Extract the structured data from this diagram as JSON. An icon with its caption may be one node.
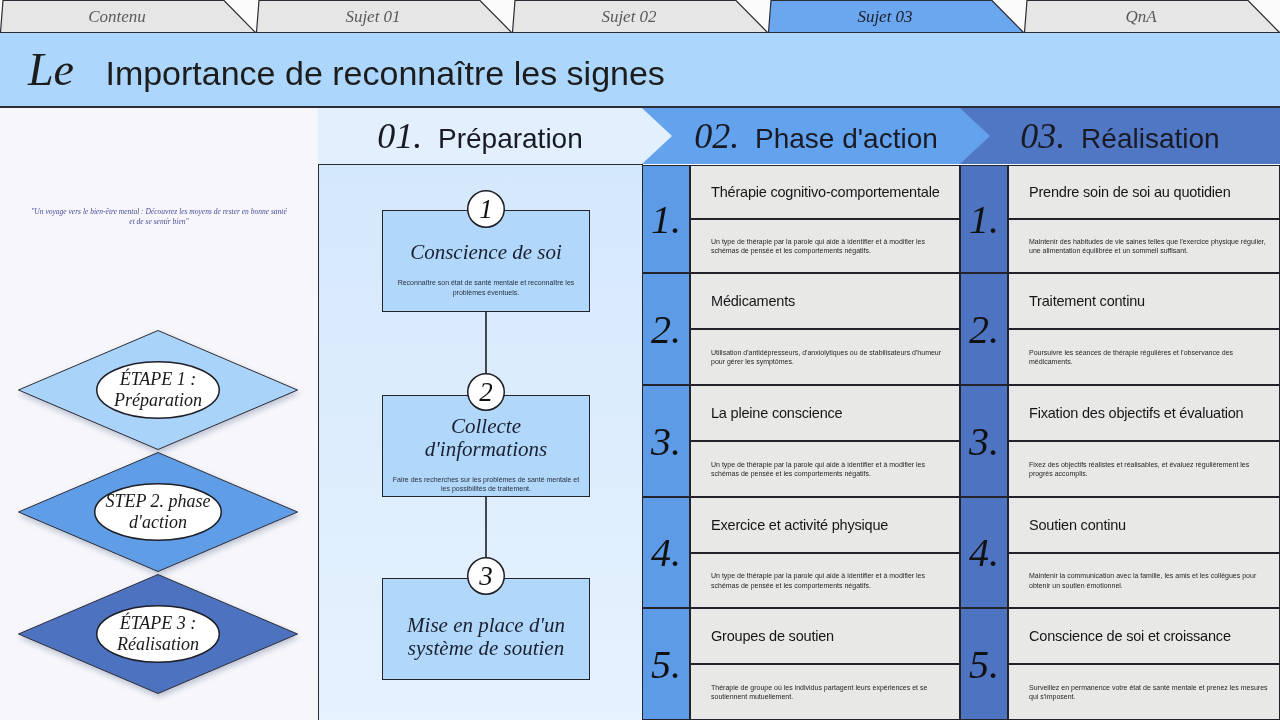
{
  "diagram": {
    "title": "*Le* Importance de reconnaître les signes",
    "nodes": [
      {
        "text": [
          "Contenu"
        ]
      },
      {
        "text": [
          "Sujet 01"
        ]
      },
      {
        "text": [
          "Sujet 02"
        ]
      },
      {
        "text": [
          "Sujet 03"
        ]
      },
      {
        "text": [
          "QnA"
        ]
      },
      {
        "text": [
          "*01.* Préparation"
        ]
      },
      {
        "text": [
          "*02.* Phase d'action"
        ]
      },
      {
        "text": [
          "*03.* Réalisation"
        ]
      },
      {
        "text": [],
        "shape": "diamond"
      },
      {
        "text": [
          "ÉTAPE 1 : Préparation"
        ],
        "in": 8
      },
      {
        "text": [],
        "shape": "diamond"
      },
      {
        "text": [
          "STEP 2. phase d'action"
        ],
        "in": 10
      },
      {
        "text": [],
        "shape": "diamond"
      },
      {
        "text": [
          "ÉTAPE 3 : Réalisation"
        ],
        "in": 12
      },
      {
        "text": [
          "1"
        ]
      },
      {
        "text": [
          "Conscience de soi",
          "Reconnaître son état de santé mentale et reconnaître les problèmes éventuels."
        ]
      },
      {
        "text": [
          "2"
        ]
      },
      {
        "text": [
          "Collecte d'informations",
          "Faire des recherches sur les problèmes de santé mentale et les possibilités de traitement."
        ]
      },
      {
        "text": [
          "3"
        ]
      },
      {
        "text": [
          "Mise en place d'un système de soutien"
        ]
      },
      {
        "text": [
          "1."
        ]
      },
      {
        "text": [
          "Thérapie cognitivo-comportementale"
        ]
      },
      {
        "text": [
          "Un type de thérapie par la parole qui aide à identifier et à modifier les schémas de pensée et les comportements négatifs."
        ]
      },
      {
        "text": [
          "2."
        ]
      },
      {
        "text": [
          "Médicaments"
        ]
      },
      {
        "text": [
          "Utilisation d'antidépresseurs, d'anxiolytiques ou de stabilisateurs d'humeur pour gérer les symptômes."
        ]
      },
      {
        "text": [
          "3."
        ]
      },
      {
        "text": [
          "La pleine conscience"
        ]
      },
      {
        "text": [
          "Un type de thérapie par la parole qui aide à identifier et à modifier les schémas de pensée et les comportements négatifs."
        ]
      },
      {
        "text": [
          "4."
        ]
      },
      {
        "text": [
          "Exercice et activité physique"
        ]
      },
      {
        "text": [
          "Un type de thérapie par la parole qui aide à identifier et à modifier les schémas de pensée et les comportements négatifs."
        ]
      },
      {
        "text": [
          "5."
        ]
      },
      {
        "text": [
          "Groupes de soutien"
        ]
      },
      {
        "text": [
          "Thérapie de groupe où les individus partagent leurs expériences et se soutiennent mutuellement."
        ]
      },
      {
        "text": [
          "1."
        ]
      },
      {
        "text": [
          "Prendre soin de soi au quotidien"
        ]
      },
      {
        "text": [
          "Maintenir des habitudes de vie saines telles que l'exercice physique régulier, une alimentation équilibrée et un sommeil suffisant."
        ]
      },
      {
        "text": [
          "2."
        ]
      },
      {
        "text": [
          "Traitement continu"
        ]
      },
      {
        "text": [
          "Poursuivre les séances de thérapie régulières et l'observance des médicaments."
        ]
      },
      {
        "text": [
          "3."
        ]
      },
      {
        "text": [
          "Fixation des objectifs et évaluation"
        ]
      },
      {
        "text": [
          "Fixez des objectifs réalistes et réalisables, et évaluez régulièrement les progrès accomplis."
        ]
      },
      {
        "text": [
          "4."
        ]
      },
      {
        "text": [
          "Soutien continu"
        ]
      },
      {
        "text": [
          "Maintenir la communication avec la famille, les amis et les collègues pour obtenir un soutien émotionnel."
        ]
      },
      {
        "text": [
          "5."
        ]
      },
      {
        "text": [
          "Conscience de soi et croissance"
        ]
      },
      {
        "text": [
          "Surveillez en permanence votre état de santé mentale et prenez les mesures qui s'imposent."
        ]
      }
    ],
    "edges": [
      {
        "from": 15,
        "to": 16,
        "arrow": "none"
      },
      {
        "from": 17,
        "to": 18,
        "arrow": "none"
      }
    ],
    "labels": [
      "\"Un voyage vers le bien-être mental : Découvrez les moyens de rester en bonne santé et de se sentir bien\""
    ]
  }
}
